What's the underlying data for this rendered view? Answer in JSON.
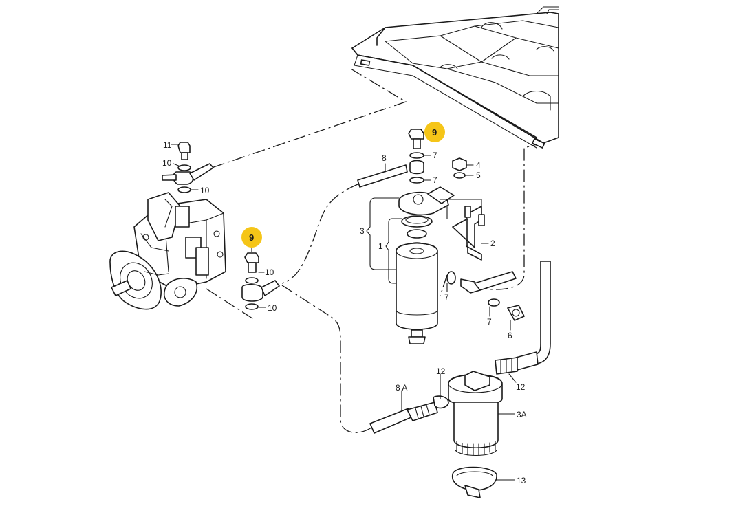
{
  "highlight_color": "#f5c518",
  "highlighted_part": "9",
  "labels": {
    "l11": "11",
    "l10a": "10",
    "l10b": "10",
    "l9_left": "9",
    "l10c": "10",
    "l10d": "10",
    "l9_right": "9",
    "l8": "8",
    "l7a": "7",
    "l7b": "7",
    "l4": "4",
    "l5": "5",
    "l3": "3",
    "l1": "1",
    "l2": "2",
    "l7c": "7",
    "l7d": "7",
    "l6": "6",
    "l12a": "12",
    "l12b": "12",
    "l8A": "8 A",
    "l3A": "3A",
    "l13": "13"
  }
}
